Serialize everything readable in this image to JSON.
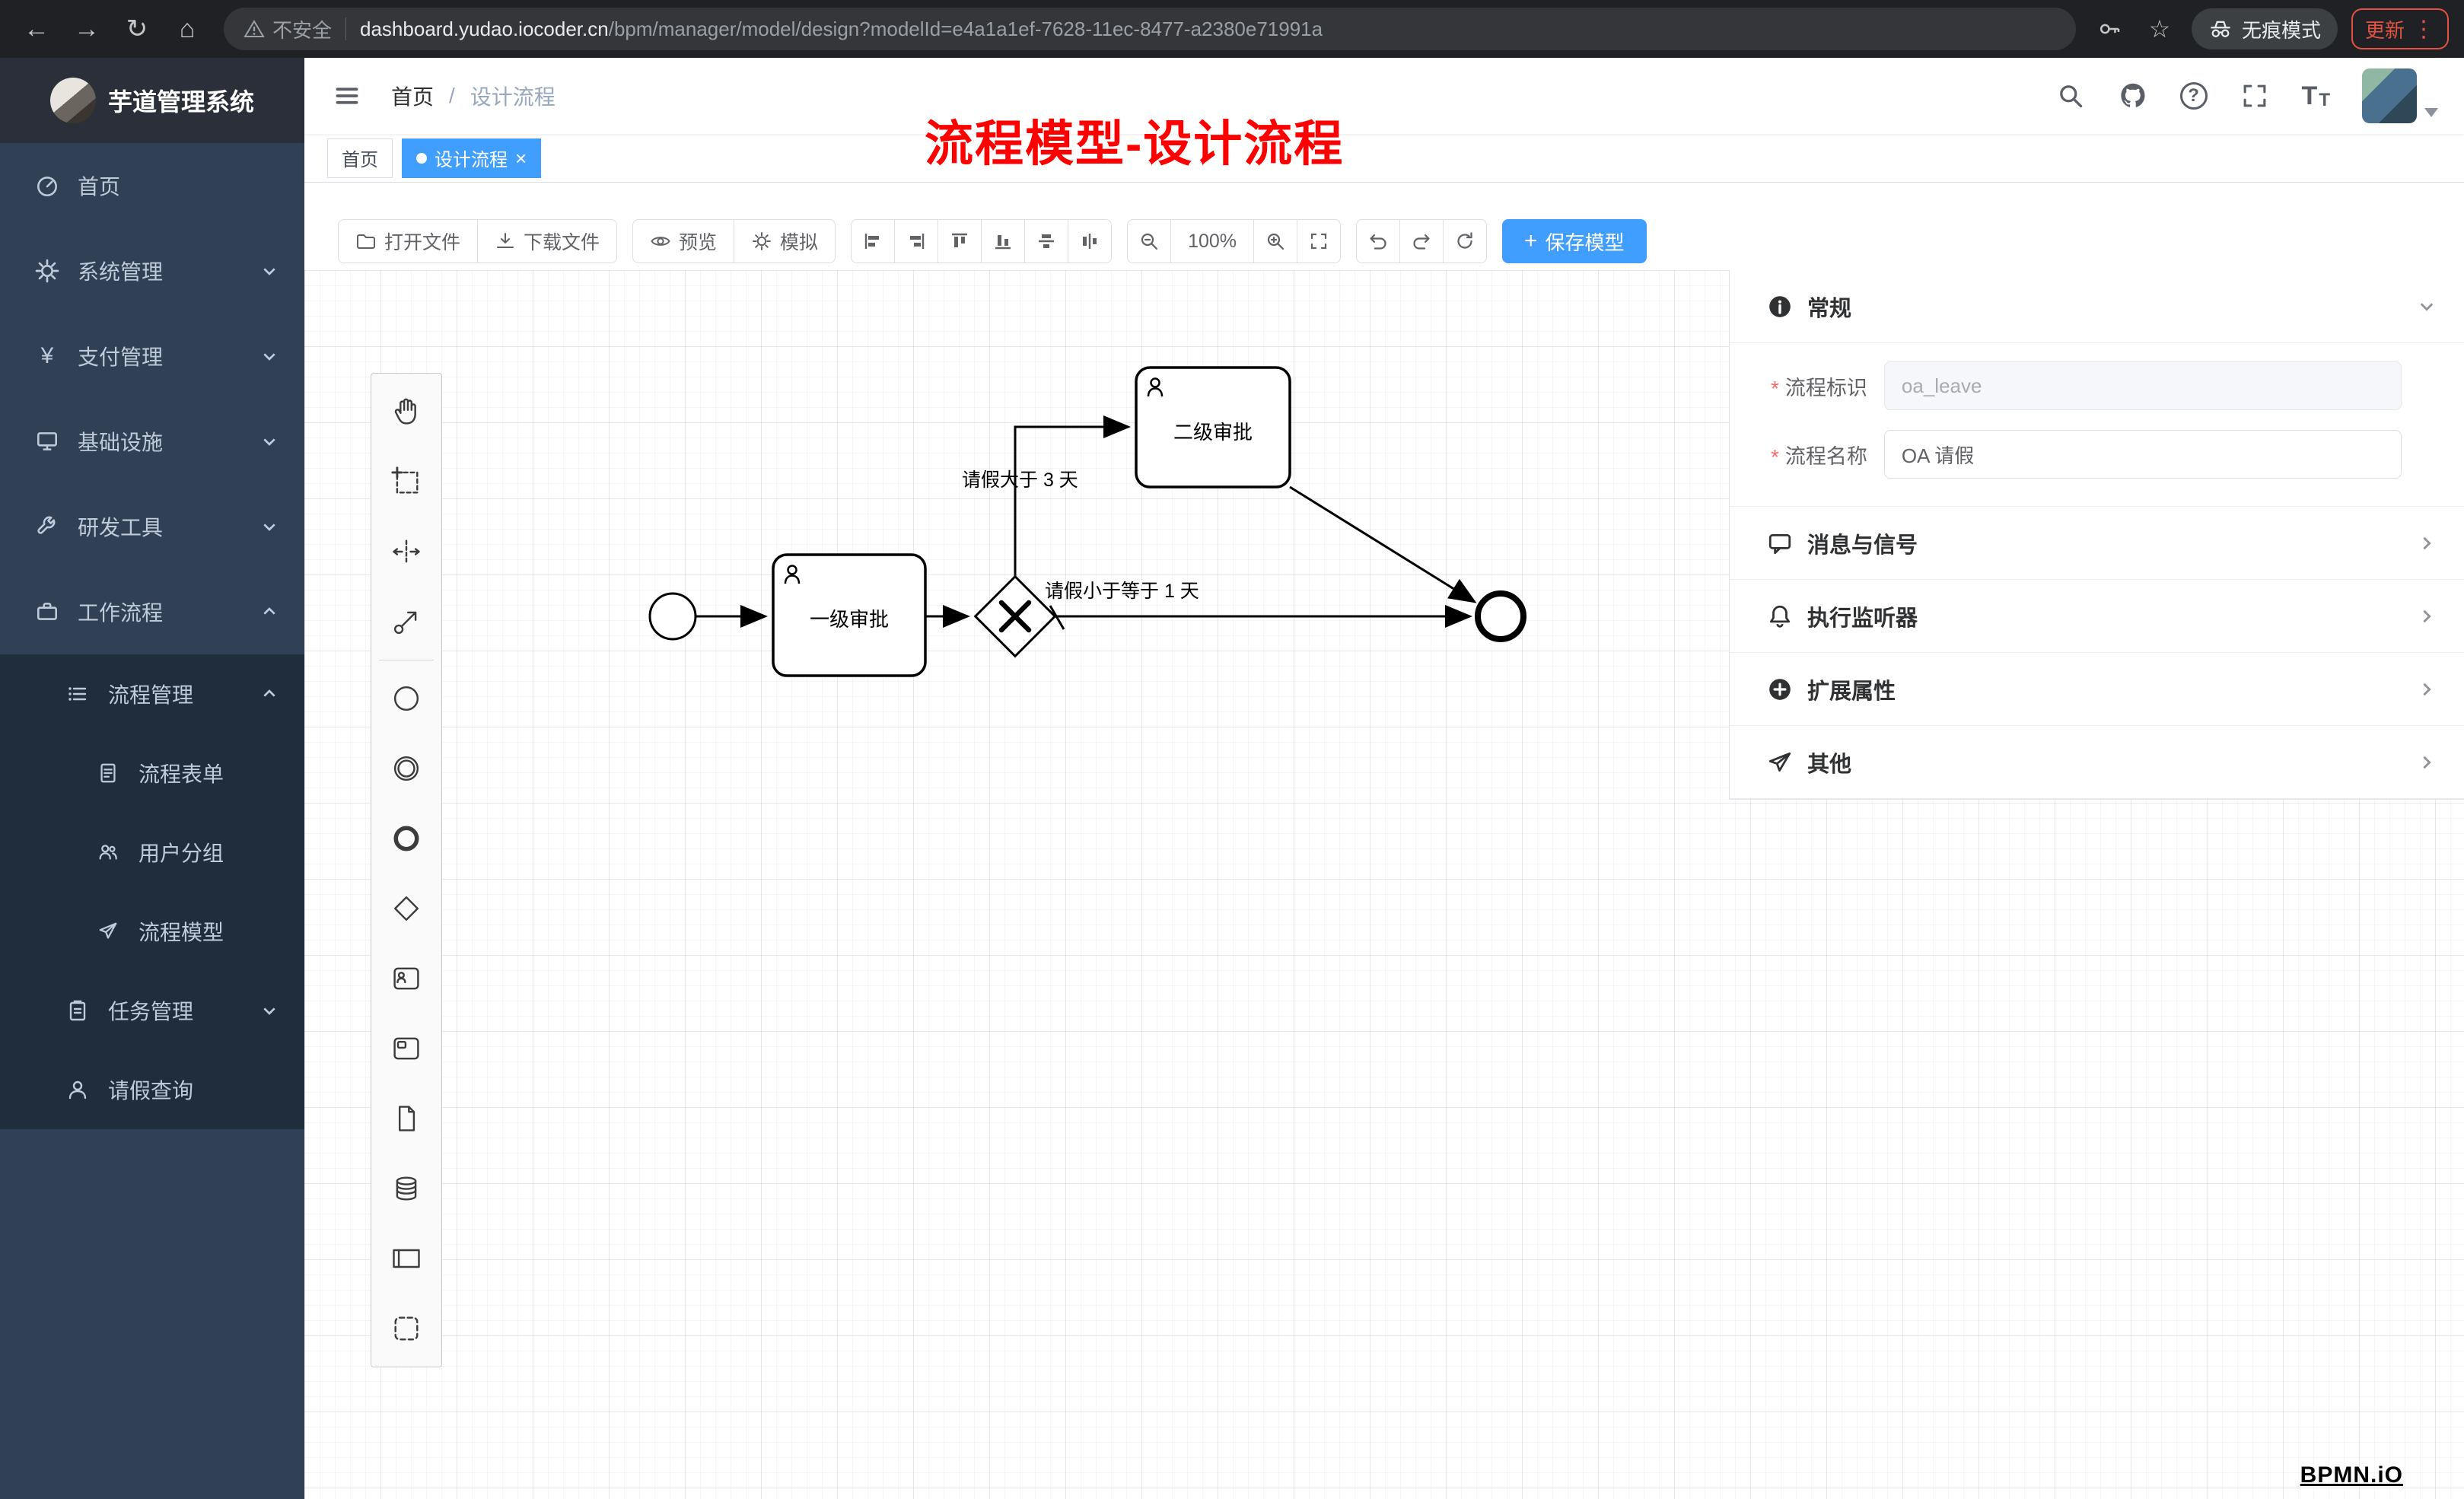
{
  "browser": {
    "not_secure_label": "不安全",
    "url_host": "dashboard.yudao.iocoder.cn",
    "url_path": "/bpm/manager/model/design?modelId=e4a1a1ef-7628-11ec-8477-a2380e71991a",
    "incognito_label": "无痕模式",
    "update_label": "更新"
  },
  "icons": {
    "back": "←",
    "forward": "→",
    "reload": "↻",
    "home": "⌂",
    "star": "☆",
    "menu_dots": "⋮",
    "close": "×",
    "breadcrumb_sep": "/",
    "asterisk": "*",
    "plus": "+",
    "question": "?",
    "letter_T": "T",
    "yen": "¥"
  },
  "sidebar": {
    "logo_title": "芋道管理系统",
    "items": [
      {
        "label": "首页",
        "icon": "dashboard-icon"
      },
      {
        "label": "系统管理",
        "icon": "gear-icon"
      },
      {
        "label": "支付管理",
        "icon": "yen-icon"
      },
      {
        "label": "基础设施",
        "icon": "infrastructure-icon"
      },
      {
        "label": "研发工具",
        "icon": "wrench-icon"
      },
      {
        "label": "工作流程",
        "icon": "briefcase-icon"
      },
      {
        "label": "流程管理",
        "icon": "list-icon"
      },
      {
        "label": "流程表单",
        "icon": "document-icon"
      },
      {
        "label": "用户分组",
        "icon": "users-icon"
      },
      {
        "label": "流程模型",
        "icon": "send-icon"
      },
      {
        "label": "任务管理",
        "icon": "clipboard-icon"
      },
      {
        "label": "请假查询",
        "icon": "user-icon"
      }
    ]
  },
  "header": {
    "breadcrumb_home": "首页",
    "breadcrumb_current": "设计流程",
    "annotation": "流程模型-设计流程"
  },
  "tabs": [
    {
      "label": "首页"
    },
    {
      "label": "设计流程"
    }
  ],
  "toolbar": {
    "open_file": "打开文件",
    "download_file": "下载文件",
    "preview": "预览",
    "simulate": "模拟",
    "zoom_level": "100%",
    "save_model": "保存模型"
  },
  "panel": {
    "sections": {
      "general": "常规",
      "message_signal": "消息与信号",
      "execution_listener": "执行监听器",
      "extended_attributes": "扩展属性",
      "other": "其他"
    },
    "fields": [
      {
        "label": "流程标识",
        "value": "oa_leave"
      },
      {
        "label": "流程名称",
        "value": "OA 请假"
      }
    ]
  },
  "diagram": {
    "task_level1": "一级审批",
    "task_level2": "二级审批",
    "flow_label_gt3": "请假大于 3 天",
    "flow_label_le1": "请假小于等于 1 天"
  },
  "watermark": "BPMN.iO",
  "colors": {
    "accent_blue": "#409eff",
    "sidebar_bg": "#304156",
    "sidebar_sub_bg": "#1f2d3d",
    "annotation_red": "#ff0000",
    "update_red": "#e25142"
  }
}
